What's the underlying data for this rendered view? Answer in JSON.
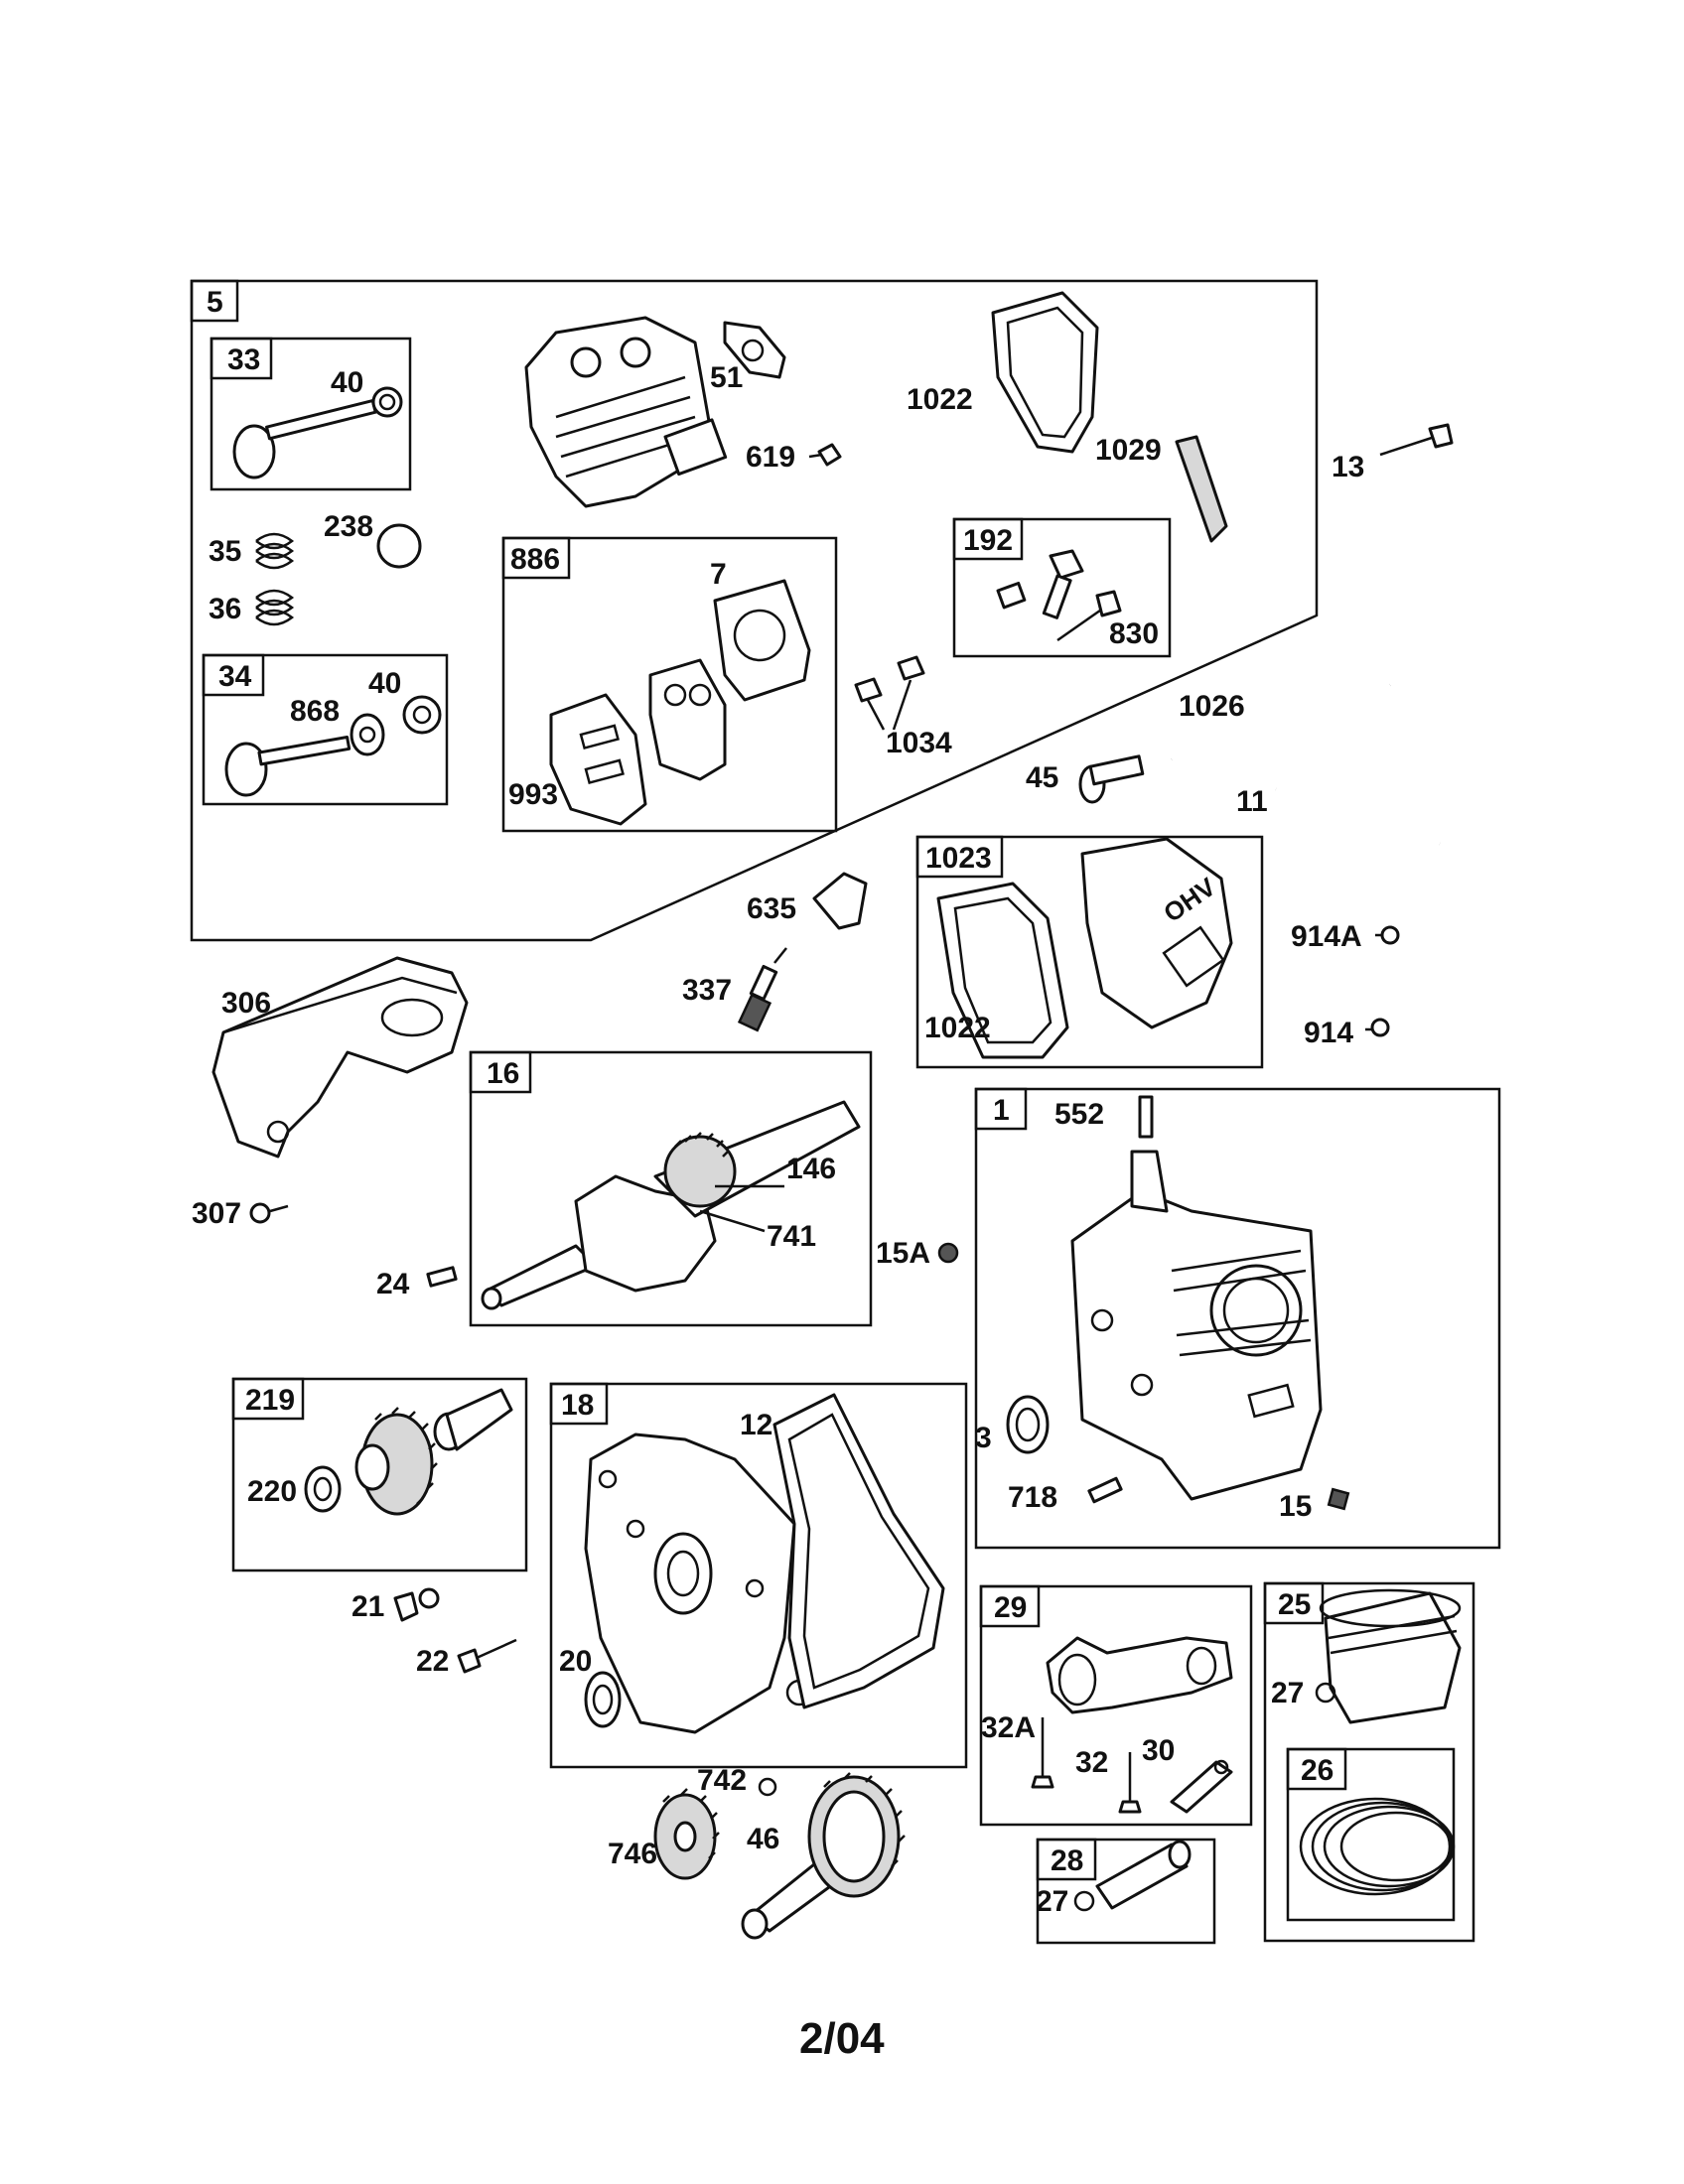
{
  "groups": {
    "g5": "5",
    "g33": "33",
    "g34": "34",
    "g886": "886",
    "g192": "192",
    "g1023": "1023",
    "g16": "16",
    "g1": "1",
    "g219": "219",
    "g18": "18",
    "g29": "29",
    "g25": "25",
    "g26": "26",
    "g28": "28"
  },
  "parts": {
    "p40a": "40",
    "p35": "35",
    "p238": "238",
    "p36": "36",
    "p868": "868",
    "p40b": "40",
    "p51": "51",
    "p619": "619",
    "p1022a": "1022",
    "p1029": "1029",
    "p13": "13",
    "p7": "7",
    "p993": "993",
    "p830": "830",
    "p1034": "1034",
    "p1026": "1026",
    "p45": "45",
    "p11": "11",
    "p635": "635",
    "p337": "337",
    "p914a": "914A",
    "p914": "914",
    "p1022b": "1022",
    "p306": "306",
    "p307": "307",
    "p146": "146",
    "p741": "741",
    "p24": "24",
    "p15a": "15A",
    "p552": "552",
    "p3": "3",
    "p718": "718",
    "p15": "15",
    "p220": "220",
    "p21": "21",
    "p22": "22",
    "p12": "12",
    "p20": "20",
    "p742": "742",
    "p746": "746",
    "p46": "46",
    "p32a": "32A",
    "p32": "32",
    "p30": "30",
    "p27a": "27",
    "p27b": "27"
  },
  "footer": {
    "date_code": "2/04"
  }
}
